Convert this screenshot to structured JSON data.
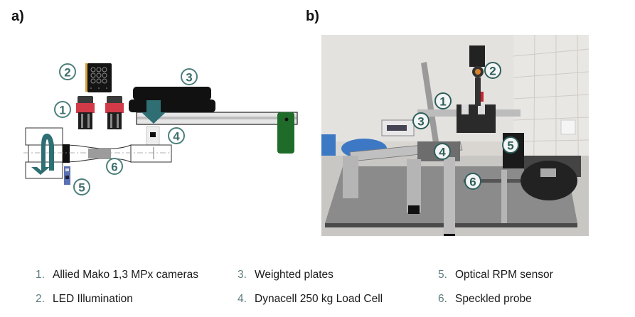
{
  "panels": {
    "a": {
      "label": "a)"
    },
    "b": {
      "label": "b)"
    }
  },
  "callouts": [
    "1",
    "2",
    "3",
    "4",
    "5",
    "6"
  ],
  "legend": [
    {
      "num": "1.",
      "text": "Allied Mako 1,3 MPx cameras"
    },
    {
      "num": "2.",
      "text": "LED Illumination"
    },
    {
      "num": "3.",
      "text": "Weighted plates"
    },
    {
      "num": "4.",
      "text": "Dynacell 250 kg Load Cell"
    },
    {
      "num": "5.",
      "text": "Optical RPM sensor"
    },
    {
      "num": "6.",
      "text": "Speckled probe"
    }
  ],
  "colors": {
    "callout_teal": "#2f5f5c",
    "arrow_teal": "#2f6f73",
    "camera_red": "#d23a48",
    "lever_green": "#1f6b2a",
    "legend_number": "#5e7b7f"
  }
}
